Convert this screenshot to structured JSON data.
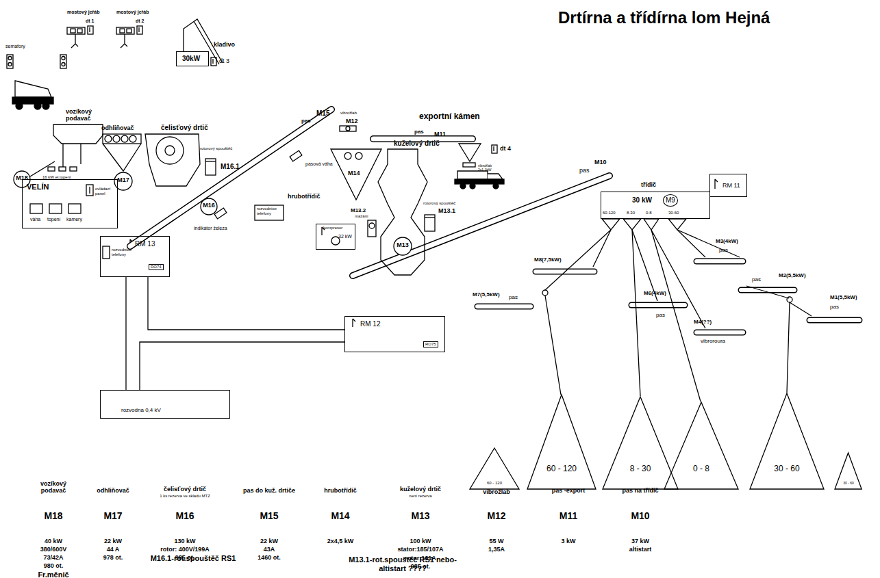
{
  "diagram": {
    "title": "Drtírna a třídírna lom Hejná",
    "nodes": [
      {
        "text": [
          "VELÍN",
          "ovládací panel",
          "váha",
          "topení",
          "kamery"
        ]
      },
      {
        "text": [
          "30kW"
        ]
      },
      {
        "text": [
          "RM 13",
          "rozvodnice telefony",
          "RO74"
        ]
      },
      {
        "text": [
          "RM 12",
          "RO75"
        ]
      },
      {
        "text": [
          "rozvodna 0,4 kV"
        ]
      },
      {
        "text": [
          "kompresor",
          "32 kW"
        ]
      },
      {
        "text": [
          "třídič",
          "30 kW",
          "M9",
          "60-120",
          "8-30",
          "0-8",
          "30-60"
        ]
      },
      {
        "text": [
          "RM 11"
        ]
      },
      {
        "text": [
          "60 - 120"
        ]
      },
      {
        "text": [
          "60 - 120"
        ]
      },
      {
        "text": [
          "8 - 30"
        ]
      },
      {
        "text": [
          "0 - 8"
        ]
      },
      {
        "text": [
          "30 - 60"
        ]
      },
      {
        "text": [
          "30 - 60"
        ]
      }
    ],
    "edges": [
      {
        "from": 2,
        "to": 4,
        "arrow": "none"
      },
      {
        "from": 2,
        "to": 3,
        "arrow": "none"
      },
      {
        "from": 3,
        "to": 4,
        "arrow": "none"
      }
    ],
    "labels": [
      "semafory",
      "mostový jeřáb",
      "dt 1",
      "mostový jeřáb",
      "dt 2",
      "kladivo",
      "dt 3",
      "vozíkový podavač",
      "odhliňovač",
      "čelisťový drtič",
      "rotorový spouštěč",
      "M16.1",
      "M18",
      "M17",
      "M16",
      "16 kW el.topení",
      "pas",
      "M15",
      "pasová váha",
      "indikátor železa",
      "rozvodnice telefony",
      "vibrožlab",
      "M12",
      "pas",
      "M11",
      "exportní kámen",
      "hrubotřídič",
      "M14",
      "kuželový drtič",
      "M13.2",
      "mazání",
      "M13",
      "rotorový spouštěč",
      "M13.1",
      "vibrožlab 2x1,1kW",
      "dt 4",
      "pas",
      "M10",
      "M8(7,5kW)",
      "M7(5,5kW)",
      "pas",
      "M6(4kW)",
      "pas",
      "M4(??)",
      "vibroroura",
      "M3(4kW)",
      "pas",
      "M2(5,5kW)",
      "pas",
      "M1(5,5kW)",
      "pas",
      "vozíkový podavač",
      "M18",
      "40 kW",
      "380/600V",
      "73/42A",
      "980 ot.",
      "Fr.měnič",
      "odhliňovač",
      "M17",
      "22 kW",
      "44 A",
      "978 ot.",
      "čelisťový drtič",
      "1 ks rezerva ve skladu MTZ",
      "M16",
      "130 kW",
      "rotor: 400V/199A",
      "985 ot.",
      "pas do kuž. drtiče",
      "M15",
      "22 kW",
      "43A",
      "1460 ot.",
      "hrubotřídič",
      "M14",
      "2x4,5 kW",
      "kuželový drtič",
      "není rezerva",
      "M13",
      "100 kW",
      "stator:185/107A",
      "rotor:161A",
      "985 ot.",
      "vibrožlab",
      "M12",
      "55 W",
      "1,35A",
      "pas -export",
      "M11",
      "3 kW",
      "pas na třídič",
      "M10",
      "37 kW",
      "altistart",
      "M16.1-rot.spouštěč RS1",
      "M13.1-rot.spouštěč RS1 nebo-altistart ????"
    ]
  }
}
